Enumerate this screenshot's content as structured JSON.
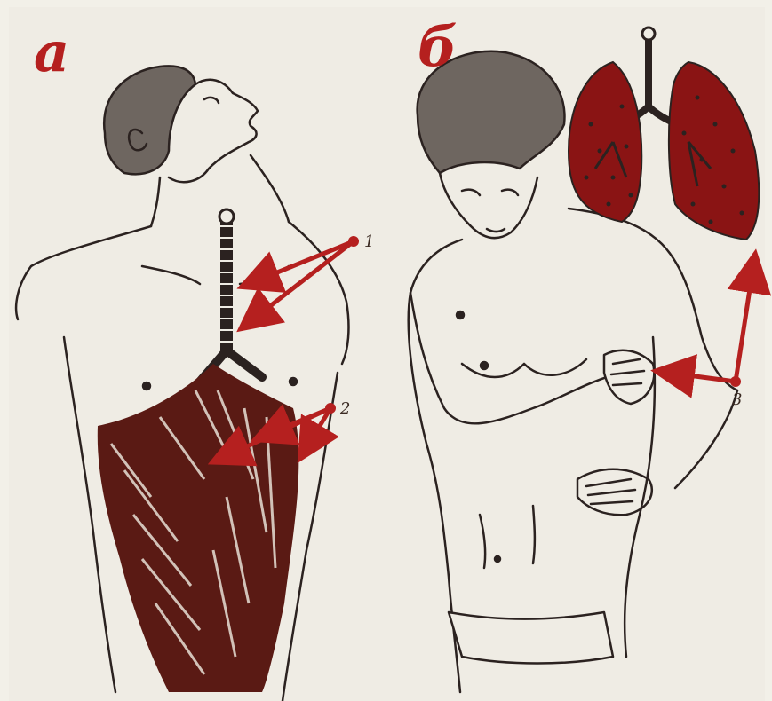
{
  "panels": [
    {
      "label": "а"
    },
    {
      "label": "б"
    }
  ],
  "markers": [
    "1",
    "2",
    "3"
  ],
  "colors": {
    "accent": "#b5201f",
    "muscle": "#5a1a14",
    "lung": "#8a1414",
    "ink": "#2b2220",
    "paper": "#efece4"
  }
}
